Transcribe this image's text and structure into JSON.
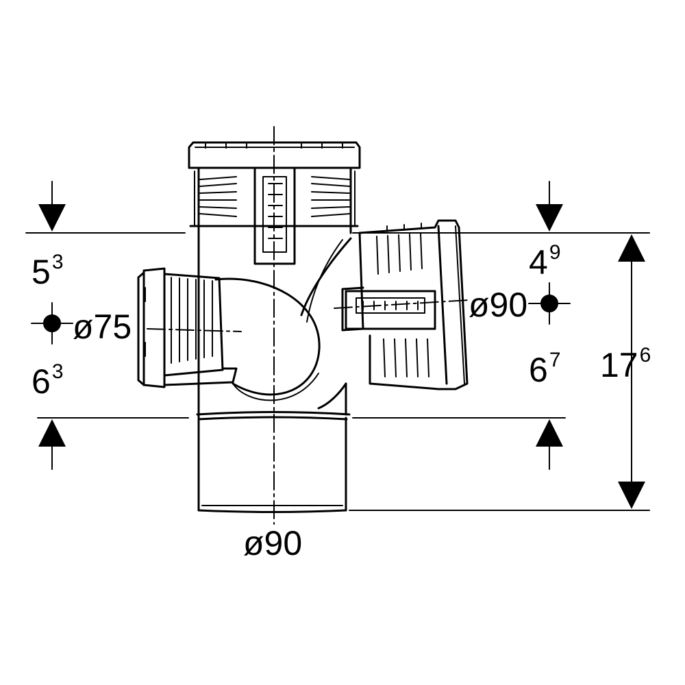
{
  "dimensions": {
    "left_upper": {
      "base": "5",
      "sup": "3"
    },
    "left_lower": {
      "base": "6",
      "sup": "3"
    },
    "right_upper": {
      "base": "4",
      "sup": "9"
    },
    "right_lower": {
      "base": "6",
      "sup": "7"
    },
    "total_height": {
      "base": "17",
      "sup": "6"
    }
  },
  "diameters": {
    "left_branch": "ø75",
    "right_branch": "ø90",
    "main_pipe": "ø90"
  },
  "colors": {
    "line": "#000000",
    "background": "#ffffff"
  }
}
